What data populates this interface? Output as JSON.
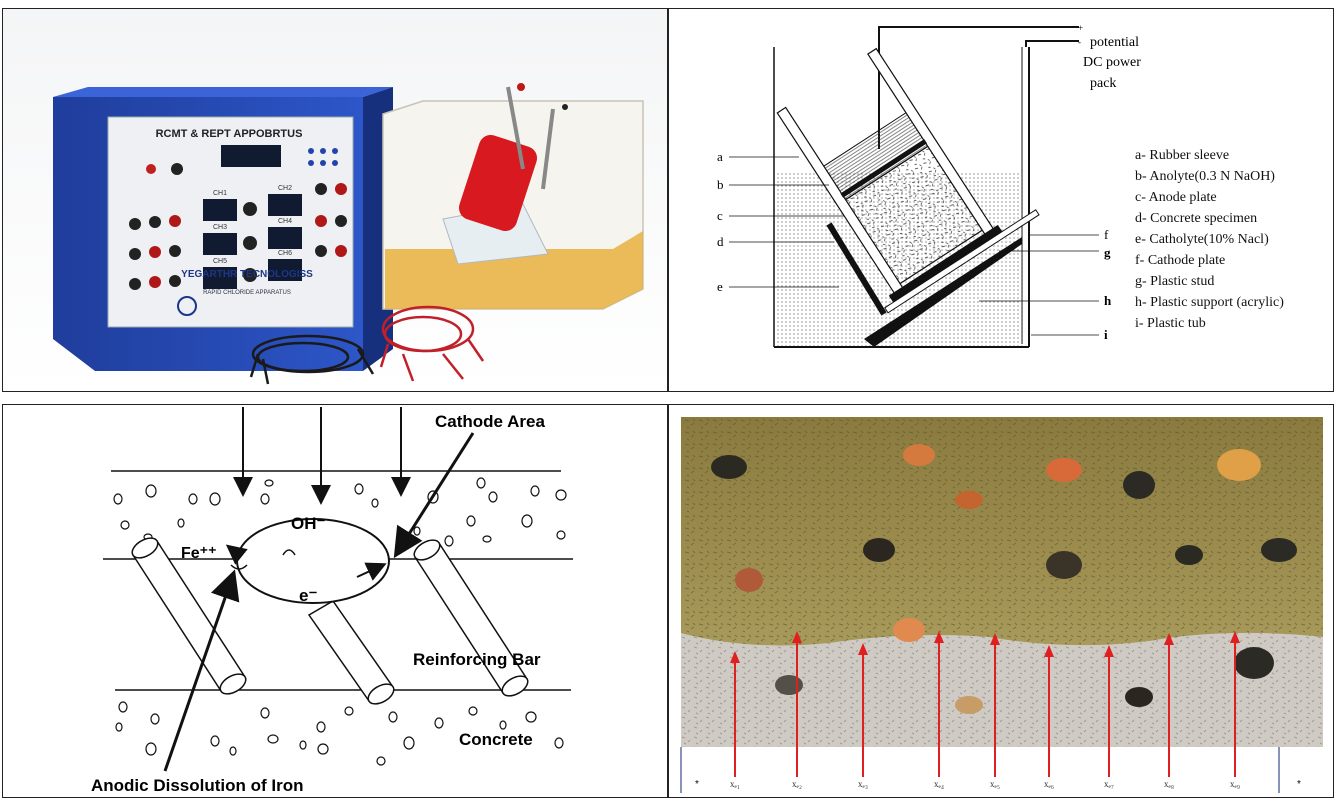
{
  "apparatus_photo": {
    "panel_title": "RCMT & REPT APPOBRTUS",
    "channel_labels": [
      "CH1",
      "CH2",
      "CH3",
      "CH4",
      "CH5",
      "CH6"
    ],
    "brand_text": "YEGARTHR TECNOLOGISS",
    "brand_subtext": "RAPID CHLORIDE APPARATUS"
  },
  "schematic": {
    "power_labels": [
      "potential",
      "DC power",
      "pack"
    ],
    "terminal_marks": [
      "+",
      "-"
    ],
    "callout_letters": [
      "a",
      "b",
      "c",
      "d",
      "e",
      "f",
      "g",
      "h",
      "i"
    ],
    "legend": [
      "a- Rubber sleeve",
      "b- Anolyte(0.3 N NaOH)",
      "c- Anode plate",
      "d- Concrete specimen",
      "e- Catholyte(10% Nacl)",
      "f- Cathode plate",
      "g- Plastic stud",
      "h- Plastic support (acrylic)",
      "i-  Plastic tub"
    ]
  },
  "corrosion": {
    "cathode_area": "Cathode Area",
    "hydroxide": "OH⁻",
    "iron_ion": "Fe⁺⁺",
    "electron": "e⁻",
    "reinforcing_bar": "Reinforcing Bar",
    "concrete": "Concrete",
    "anodic": "Anodic Dissolution of Iron"
  },
  "penetration": {
    "depth_labels": [
      "xₑ₁",
      "xₑ₂",
      "xₑ₃",
      "xₑ₄",
      "xₑ₅",
      "xₑ₆",
      "xₑ₇",
      "xₑ₈",
      "xₑ₉"
    ],
    "edge_marks": [
      "*",
      "*"
    ],
    "colors": {
      "arrow": "#e02020",
      "top_zone": "#9a8a4c",
      "bottom_zone": "#cfcbc4"
    }
  }
}
